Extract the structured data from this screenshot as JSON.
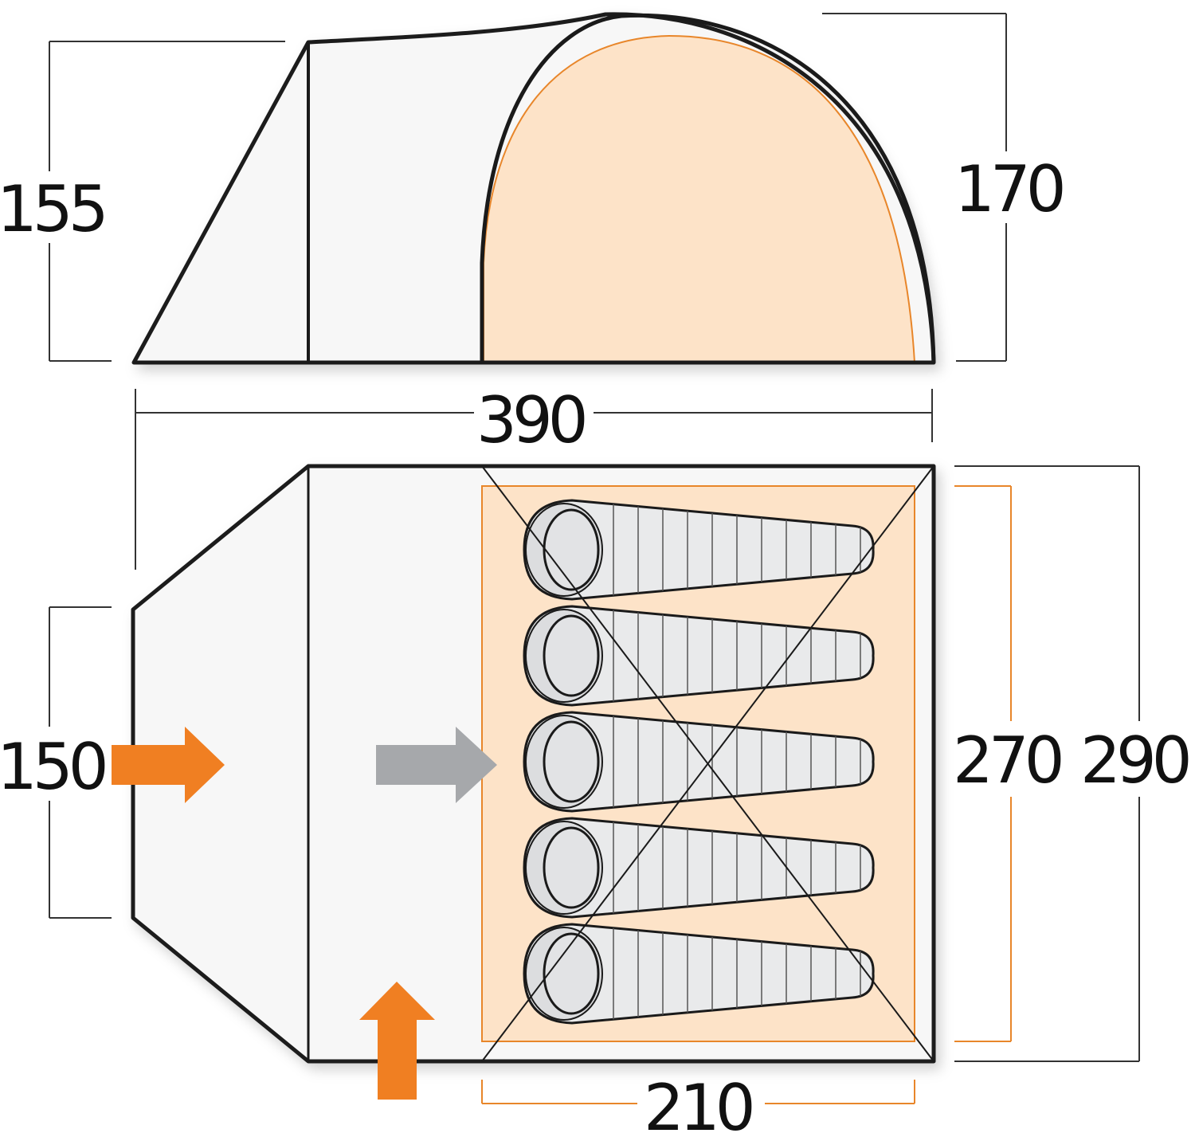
{
  "side_view": {
    "dimensions": {
      "left_height": "155",
      "right_height": "170",
      "length": "390"
    }
  },
  "floor_plan": {
    "dimensions": {
      "entrance_width": "150",
      "inner_width": "270",
      "outer_width": "290",
      "inner_length": "210"
    },
    "sleeping_bags": [
      {
        "index": 1
      },
      {
        "index": 2
      },
      {
        "index": 3
      },
      {
        "index": 4
      },
      {
        "index": 5
      }
    ]
  },
  "colors": {
    "outline": "#1a1a1a",
    "inner_tent_fill": "#fde3c8",
    "inner_tent_border": "#e8862a",
    "outer_fill": "#f7f7f7",
    "entry_arrow": "#f07f22",
    "inner_arrow": "#a6a8ab",
    "bag_fill": "#e9eaeb",
    "bag_stripe": "#bfc0c2",
    "dimension_line": "#333333"
  },
  "icons": {
    "entry_arrows": "arrow-right-icon",
    "bottom_arrow": "arrow-up-icon",
    "inner_arrow": "arrow-right-icon"
  }
}
